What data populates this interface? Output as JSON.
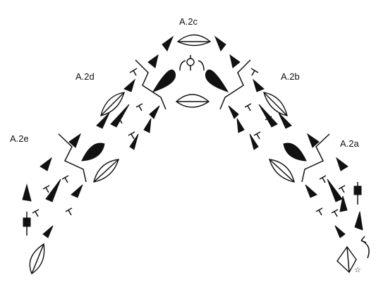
{
  "diagram": {
    "section_labels": {
      "a": "A.2a",
      "b": "A.2b",
      "c": "A.2c",
      "d": "A.2d",
      "e": "A.2e"
    },
    "symbols": {
      "small_filled_leaf": "small-filled-leaf-icon",
      "large_filled_leaf": "large-filled-leaf-icon",
      "outlined_leaf": "outlined-leaf-icon",
      "t_stitch": "t-stitch-icon",
      "bar_marker": "bar-marker-icon",
      "start_arrow": "curved-arrow-icon",
      "start_star": "star-icon",
      "ring_stitch": "ring-icon"
    }
  }
}
